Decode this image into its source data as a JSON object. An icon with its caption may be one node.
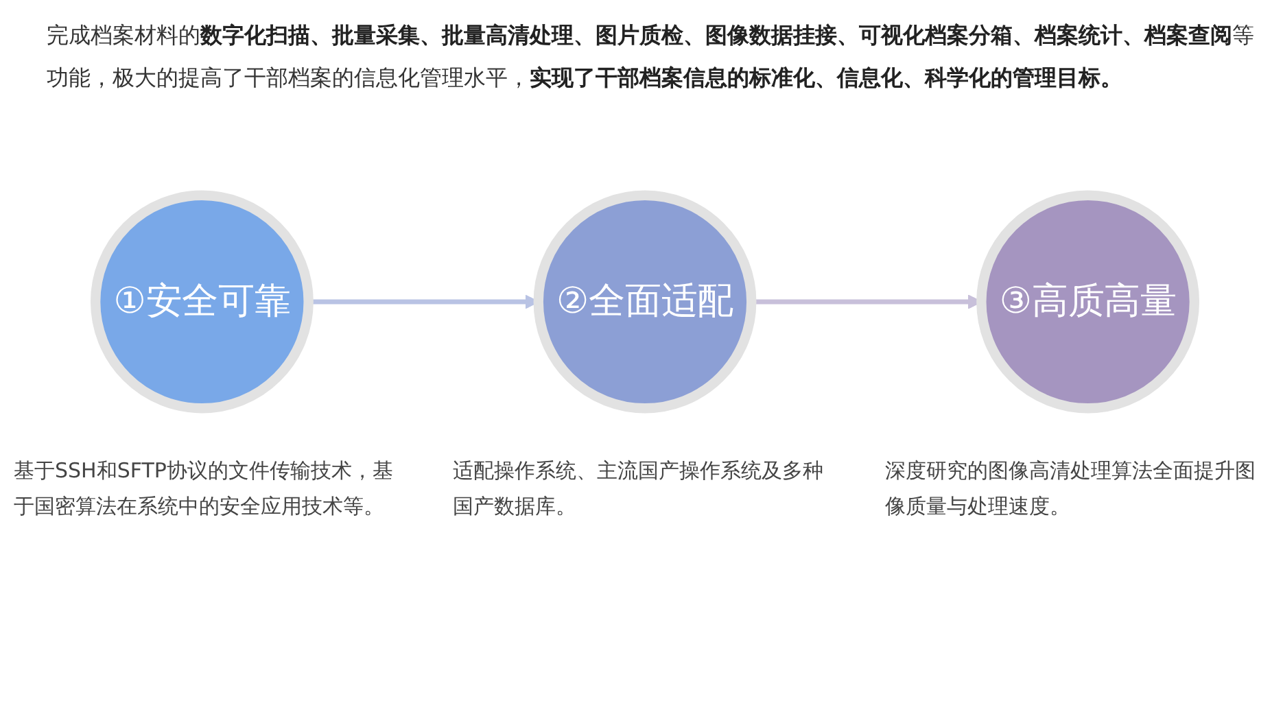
{
  "diagram": {
    "nodes": [
      {
        "text": [
          "①安全可靠"
        ],
        "beside": [
          "基于SSH和SFTP协议的文件传输技术，基于国密算法在系统中的安全应用技术等。"
        ]
      },
      {
        "text": [
          "②全面适配"
        ],
        "beside": [
          "适配操作系统、主流国产操作系统及多种国产数据库。"
        ]
      },
      {
        "text": [
          "③高质高量"
        ],
        "beside": [
          "深度研究的图像高清处理算法全面提升图像质量与处理速度。"
        ]
      }
    ],
    "edges": [
      {
        "from": 0,
        "to": 1,
        "arrow": "to"
      },
      {
        "from": 1,
        "to": 2,
        "arrow": "to"
      }
    ],
    "labels": [
      "完成档案材料的**数字化扫描、批量采集、批量高清处理、图片质检、图像数据挂接、可视化档案分箱、档案统计、档案查阅**等功能，极大的提高了干部档案的信息化管理水平，**实现了干部档案信息的标准化、信息化、科学化的管理目标。**"
    ]
  }
}
